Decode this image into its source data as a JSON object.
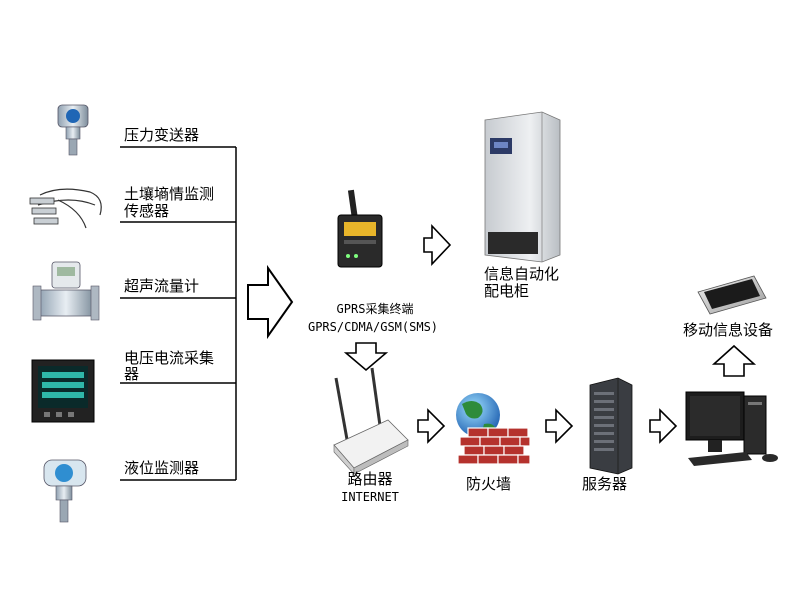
{
  "sensors": [
    {
      "line1": "压力变送器",
      "line2": ""
    },
    {
      "line1": "土壤墒情监测",
      "line2": "传感器"
    },
    {
      "line1": "超声流量计",
      "line2": ""
    },
    {
      "line1": "电压电流采集",
      "line2": "器"
    },
    {
      "line1": "液位监测器",
      "line2": ""
    }
  ],
  "terminal": {
    "line1": "GPRS采集终端",
    "line2": "GPRS/CDMA/GSM(SMS)"
  },
  "cabinet": {
    "line1": "信息自动化",
    "line2": "配电柜"
  },
  "router": {
    "line1": "路由器",
    "line2": "INTERNET"
  },
  "firewall": {
    "label": "防火墙"
  },
  "server": {
    "label": "服务器"
  },
  "mobile": {
    "label": "移动信息设备"
  },
  "colors": {
    "line": "#000000",
    "arrow_fill": "#ffffff",
    "firewall_brick": "#b5322d",
    "globe": "#2e8b3a",
    "device_dark": "#2a2a2a",
    "cabinet_body": "#d9dde0"
  },
  "icons": [
    "pressure-transmitter-icon",
    "soil-moisture-sensor-icon",
    "ultrasonic-flowmeter-icon",
    "power-meter-icon",
    "level-sensor-icon",
    "gprs-terminal-icon",
    "cabinet-icon",
    "router-icon",
    "firewall-icon",
    "server-icon",
    "computer-icon",
    "smartphone-icon"
  ]
}
